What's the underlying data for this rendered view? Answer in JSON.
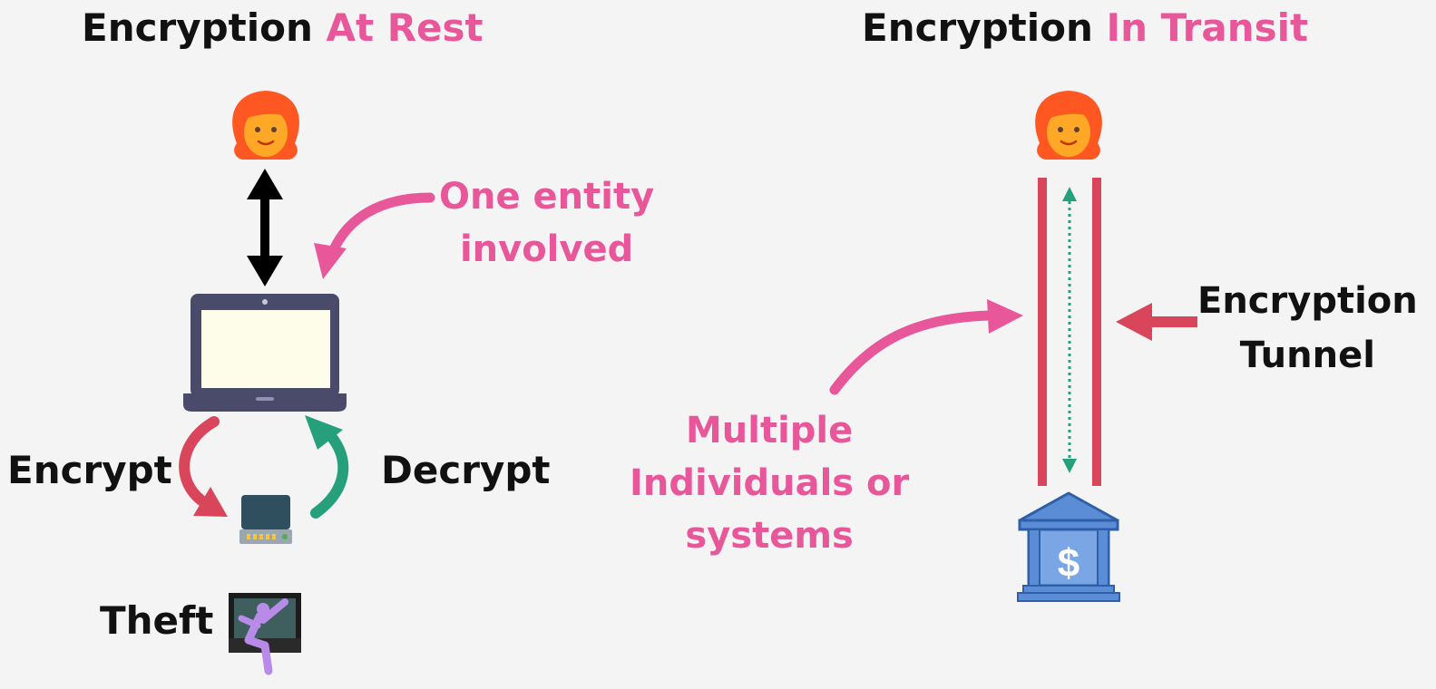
{
  "left": {
    "title_main": "Encryption",
    "title_accent": "At Rest",
    "note_line1": "One entity",
    "note_line2": "involved",
    "encrypt_label": "Encrypt",
    "decrypt_label": "Decrypt",
    "theft_label": "Theft"
  },
  "right": {
    "title_main": "Encryption",
    "title_accent": "In Transit",
    "tunnel_line1": "Encryption",
    "tunnel_line2": "Tunnel",
    "multi_line1": "Multiple",
    "multi_line2": "Individuals or",
    "multi_line3": "systems",
    "bank_symbol": "$"
  },
  "icons": [
    "user-icon",
    "laptop-icon",
    "hard-drive-icon",
    "theft-icon",
    "bank-icon"
  ],
  "colors": {
    "accent_pink": "#e8579a",
    "tunnel_red": "#d9465b",
    "decrypt_green": "#25a07a",
    "text_black": "#111111"
  }
}
